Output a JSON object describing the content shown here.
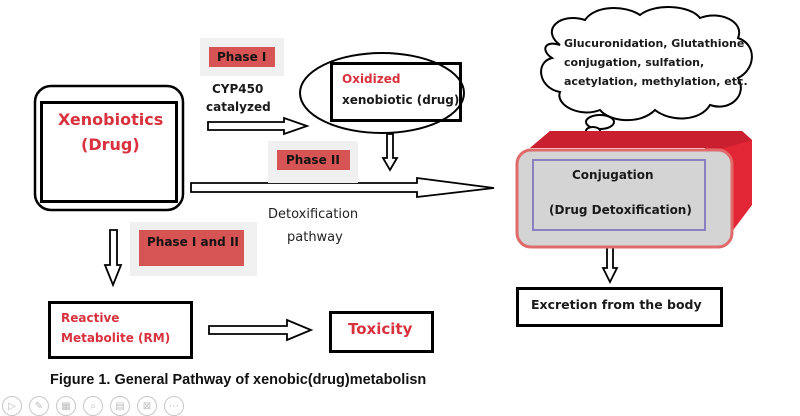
{
  "diagram": {
    "nodes": {
      "xenobiotics": {
        "line1": "Xenobiotics",
        "line2": "(Drug)"
      },
      "oxidized": {
        "line1": "Oxidized",
        "line2": "xenobiotic (drug)"
      },
      "conjugation": {
        "line1": "Conjugation",
        "line2": "(Drug Detoxification)"
      },
      "excretion": {
        "label": "Excretion from the body"
      },
      "reactive_metabolite": {
        "line1": "Reactive",
        "line2": "Metabolite (RM)"
      },
      "toxicity": {
        "label": "Toxicity"
      },
      "thought_bubble": {
        "line1": "Glucuronidation, Glutathione",
        "line2": "conjugation, sulfation,",
        "line3": "acetylation, methylation, etc."
      }
    },
    "tags": {
      "phase1": "Phase I",
      "phase2": "Phase II",
      "phase1and2": "Phase I and II"
    },
    "edge_labels": {
      "cyp450_line1": "CYP450",
      "cyp450_line2": "catalyzed",
      "detox_line1": "Detoxification",
      "detox_line2": "pathway"
    },
    "colors": {
      "accent_red": "#d9313d",
      "tag_red": "#d65454",
      "box_red": "#e32636",
      "box_gray": "#d4d4d4",
      "inner_border": "#8b7fc0"
    }
  },
  "caption": "Figure 1. General Pathway of xenobic(drug)metabolisn",
  "toolbar": {
    "icons": [
      "play-icon",
      "pen-icon",
      "slides-icon",
      "zoom-icon",
      "subtitles-icon",
      "camera-off-icon",
      "more-icon"
    ],
    "glyphs": [
      "▷",
      "✎",
      "▦",
      "⌕",
      "▤",
      "⊠",
      "⋯"
    ]
  }
}
